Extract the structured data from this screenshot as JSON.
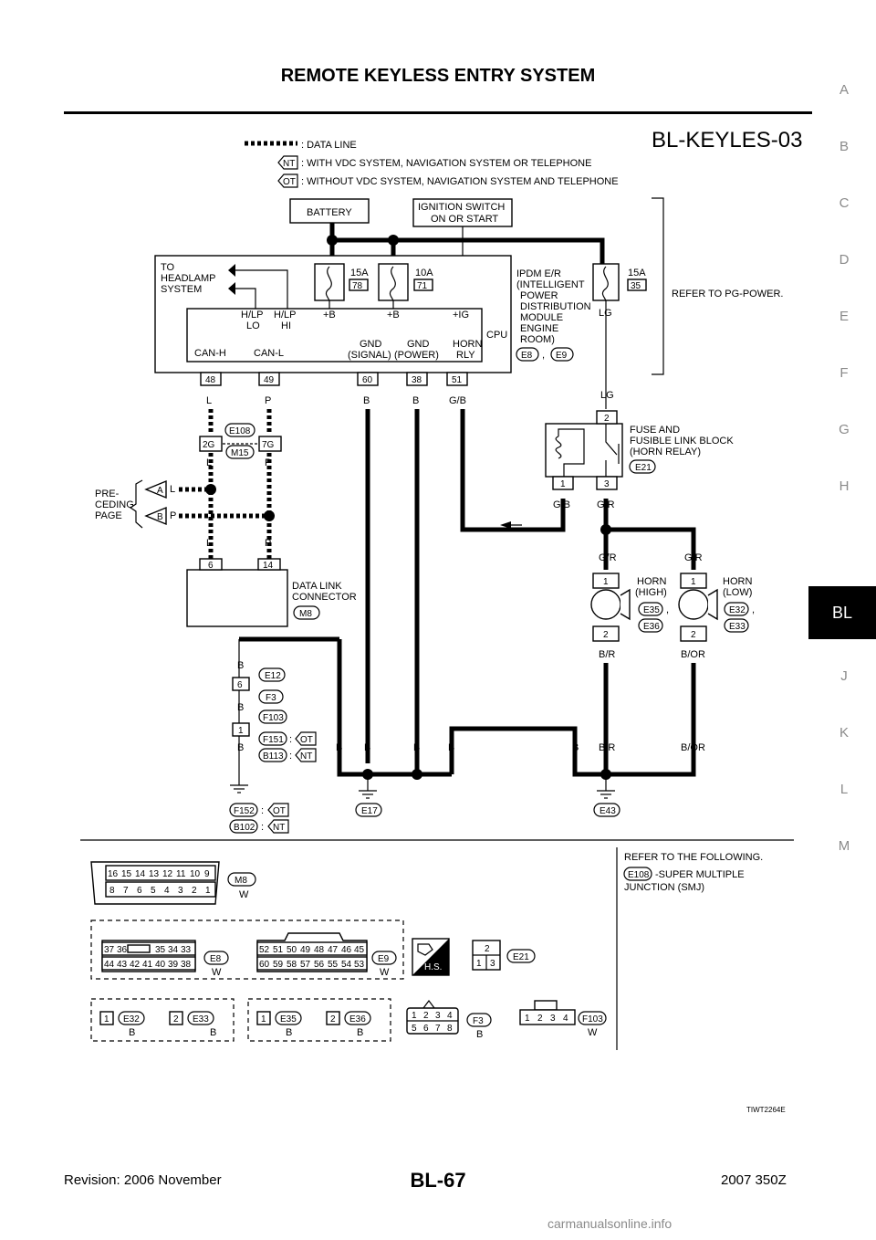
{
  "header": {
    "title": "REMOTE KEYLESS ENTRY SYSTEM"
  },
  "diagram_id": "BL-KEYLES-03",
  "side_tabs": [
    "A",
    "B",
    "C",
    "D",
    "E",
    "F",
    "G",
    "H",
    "BL",
    "J",
    "K",
    "L",
    "M"
  ],
  "active_tab": "BL",
  "legend": {
    "data_line": ": DATA LINE",
    "nt_tag": "NT",
    "nt_text": ": WITH VDC SYSTEM, NAVIGATION SYSTEM OR TELEPHONE",
    "ot_tag": "OT",
    "ot_text": ": WITHOUT VDC SYSTEM, NAVIGATION SYSTEM AND TELEPHONE"
  },
  "power": {
    "battery": "BATTERY",
    "ign1": "IGNITION SWITCH",
    "ign2": "ON OR START",
    "refer": "REFER TO PG-POWER."
  },
  "ipdm": {
    "fuse1_amp": "15A",
    "fuse1_no": "78",
    "fuse2_amp": "10A",
    "fuse2_no": "71",
    "fuse3_amp": "15A",
    "fuse3_no": "35",
    "lg": "LG",
    "to_headlamp": [
      "TO",
      "HEADLAMP",
      "SYSTEM"
    ],
    "hlp_lo": [
      "H/LP",
      "LO"
    ],
    "hlp_hi": [
      "H/LP",
      "HI"
    ],
    "plus_b1": "+B",
    "plus_b2": "+B",
    "plus_ig": "+IG",
    "title": [
      "IPDM E/R",
      "(INTELLIGENT",
      "POWER",
      "DISTRIBUTION",
      "MODULE",
      "ENGINE",
      "ROOM)"
    ],
    "cpu": "CPU",
    "can_h": "CAN-H",
    "can_l": "CAN-L",
    "gnd_signal": [
      "GND",
      "(SIGNAL)"
    ],
    "gnd_power": [
      "GND",
      "(POWER)"
    ],
    "horn_rly": [
      "HORN",
      "RLY"
    ],
    "conn1": "E8",
    "comma": ",",
    "conn2": "E9",
    "pins": [
      "48",
      "49",
      "60",
      "38",
      "51"
    ],
    "pin_colors": [
      "L",
      "P",
      "B",
      "B",
      "G/B"
    ]
  },
  "relay": {
    "top_color": "LG",
    "pin_top": "2",
    "title": [
      "FUSE AND",
      "FUSIBLE LINK BLOCK",
      "(HORN RELAY)"
    ],
    "conn": "E21",
    "pin1": "1",
    "pin3": "3",
    "c1": "G/B",
    "c3": "G/R"
  },
  "joint": {
    "color_l": "L",
    "color_p": "P",
    "pin_2g": "2G",
    "pin_7g": "7G",
    "conn1": "E108",
    "conn2": "M15"
  },
  "preceding": {
    "label": [
      "PRE-",
      "CEDING",
      "PAGE"
    ],
    "a": "A",
    "b": "B",
    "l": "L",
    "p": "P"
  },
  "dlc": {
    "pin6": "6",
    "pin14": "14",
    "title": [
      "DATA LINK",
      "CONNECTOR"
    ],
    "conn": "M8"
  },
  "horns": {
    "gr": "G/R",
    "high": [
      "HORN",
      "(HIGH)"
    ],
    "low": [
      "HORN",
      "(LOW)"
    ],
    "pin1": "1",
    "pin2": "2",
    "c1": "E35",
    "c2": "E36",
    "c3": "E32",
    "c4": "E33",
    "br": "B/R",
    "bor": "B/OR"
  },
  "ground": {
    "b": "B",
    "pin6": "6",
    "pin1": "1",
    "e12": "E12",
    "f3": "F3",
    "f103": "F103",
    "f151": "F151",
    "b113": "B113",
    "ot": "OT",
    "nt": "NT",
    "colon": ":",
    "f152": "F152",
    "b102": "B102",
    "e17": "E17",
    "e43": "E43"
  },
  "connectors": {
    "m8_top": [
      "16",
      "15",
      "14",
      "13",
      "12",
      "11",
      "10",
      "9"
    ],
    "m8_bot": [
      "8",
      "7",
      "6",
      "5",
      "4",
      "3",
      "2",
      "1"
    ],
    "m8": "M8",
    "w": "W",
    "refer": "REFER TO THE FOLLOWING.",
    "refer_tag": "E108",
    "refer_text1": "-SUPER MULTIPLE",
    "refer_text2": "JUNCTION (SMJ)",
    "e8_top": [
      "37",
      "36",
      "35",
      "34",
      "33"
    ],
    "e8_bot": [
      "44",
      "43",
      "42",
      "41",
      "40",
      "39",
      "38"
    ],
    "e8": "E8",
    "e9_top": [
      "52",
      "51",
      "50",
      "49",
      "48",
      "47",
      "46",
      "45"
    ],
    "e9_bot": [
      "60",
      "59",
      "58",
      "57",
      "56",
      "55",
      "54",
      "53"
    ],
    "e9": "E9",
    "hs": "H.S.",
    "e21_top": "2",
    "e21_bot": [
      "1",
      "3"
    ],
    "e21": "E21",
    "one": "1",
    "two": "2",
    "b": "B",
    "e32": "E32",
    "e33": "E33",
    "e35": "E35",
    "e36": "E36",
    "f3_top": [
      "1",
      "2",
      "3",
      "4"
    ],
    "f3_bot": [
      "5",
      "6",
      "7",
      "8"
    ],
    "f3": "F3",
    "f103_pins": [
      "1",
      "2",
      "3",
      "4"
    ],
    "f103": "F103",
    "code": "TIWT2264E"
  },
  "footer": {
    "revision": "Revision: 2006 November",
    "page": "BL-67",
    "model": "2007 350Z",
    "watermark": "carmanualsonline.info"
  }
}
